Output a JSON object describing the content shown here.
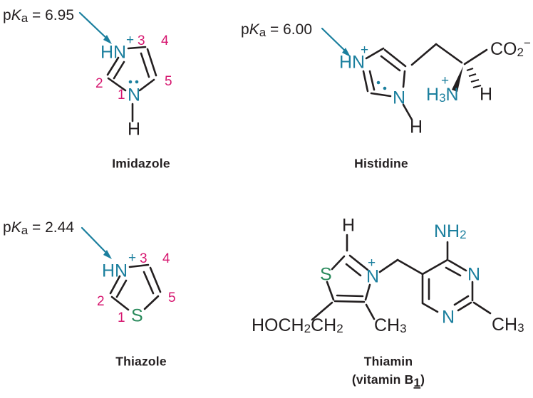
{
  "figure": {
    "background_color": "#ffffff",
    "colors": {
      "nitrogen": "#1b7f9e",
      "sulfur": "#2a8a5c",
      "ring_number": "#d6166f",
      "bond": "#231f20",
      "arrow": "#1b7f9e",
      "text": "#231f20"
    }
  },
  "panels": [
    {
      "id": "imidazole",
      "caption": "Imidazole",
      "pka": {
        "prefix": "p",
        "k": "K",
        "sub": "a",
        "equals": "=",
        "value": "6.95",
        "full": "pKa = 6.95"
      },
      "annotation": "arrow points to protonated ring nitrogen N3-H",
      "atoms": [
        {
          "label": "HN",
          "charge": "+",
          "position": "N3",
          "color": "#1b7f9e"
        },
        {
          "label": "N",
          "charge": "",
          "position": "N1",
          "color": "#1b7f9e",
          "lone_pair": true
        },
        {
          "label": "H",
          "charge": "",
          "position": "N1-H",
          "color": "#231f20"
        }
      ],
      "ring_numbers": [
        "1",
        "2",
        "3",
        "4",
        "5"
      ]
    },
    {
      "id": "histidine",
      "caption": "Histidine",
      "pka": {
        "prefix": "p",
        "k": "K",
        "sub": "a",
        "equals": "=",
        "value": "6.00",
        "full": "pKa = 6.00"
      },
      "annotation": "arrow points to protonated imidazole nitrogen",
      "atoms": [
        {
          "label": "HN",
          "charge": "+",
          "position": "ring-N",
          "color": "#1b7f9e"
        },
        {
          "label": "N",
          "charge": "",
          "position": "ring-NH",
          "color": "#1b7f9e",
          "lone_pair": true
        },
        {
          "label": "H",
          "charge": "",
          "position": "ring-N-H",
          "color": "#231f20"
        },
        {
          "label": "H3N",
          "charge": "+",
          "position": "alpha-amino",
          "color": "#1b7f9e"
        },
        {
          "label": "H",
          "charge": "",
          "position": "alpha-H",
          "color": "#231f20"
        },
        {
          "label": "CO2",
          "charge": "-",
          "position": "carboxylate",
          "color": "#231f20"
        }
      ],
      "stereo": {
        "wedge": "bond to H3N+ (bold wedge)",
        "hash": "bond to H (hashed)"
      }
    },
    {
      "id": "thiazole",
      "caption": "Thiazole",
      "pka": {
        "prefix": "p",
        "k": "K",
        "sub": "a",
        "equals": "=",
        "value": "2.44",
        "full": "pKa = 2.44"
      },
      "annotation": "arrow points to protonated ring nitrogen N3-H",
      "atoms": [
        {
          "label": "HN",
          "charge": "+",
          "position": "N3",
          "color": "#1b7f9e"
        },
        {
          "label": "S",
          "charge": "",
          "position": "S1",
          "color": "#2a8a5c"
        }
      ],
      "ring_numbers": [
        "1",
        "2",
        "3",
        "4",
        "5"
      ]
    },
    {
      "id": "thiamin",
      "caption": "Thiamin",
      "caption_line2_open": "(vitamin B",
      "caption_line2_sub": "1",
      "caption_line2_close": ")",
      "caption_full": "Thiamin (vitamin B1)",
      "atoms": [
        {
          "label": "H",
          "charge": "",
          "position": "thiazolium-C2-H",
          "color": "#231f20"
        },
        {
          "label": "S",
          "charge": "",
          "position": "thiazolium-S",
          "color": "#2a8a5c"
        },
        {
          "label": "N",
          "charge": "+",
          "position": "thiazolium-N",
          "color": "#1b7f9e"
        },
        {
          "label": "CH3",
          "charge": "",
          "position": "thiazolium-methyl",
          "color": "#231f20"
        },
        {
          "label": "HOCH2CH2",
          "charge": "",
          "position": "hydroxyethyl",
          "color": "#231f20"
        },
        {
          "label": "NH2",
          "charge": "",
          "position": "pyrimidine-amino",
          "color": "#1b7f9e"
        },
        {
          "label": "N",
          "charge": "",
          "position": "pyrimidine-N1",
          "color": "#1b7f9e"
        },
        {
          "label": "N",
          "charge": "",
          "position": "pyrimidine-N3",
          "color": "#1b7f9e"
        },
        {
          "label": "CH3",
          "charge": "",
          "position": "pyrimidine-methyl",
          "color": "#231f20"
        }
      ]
    }
  ]
}
